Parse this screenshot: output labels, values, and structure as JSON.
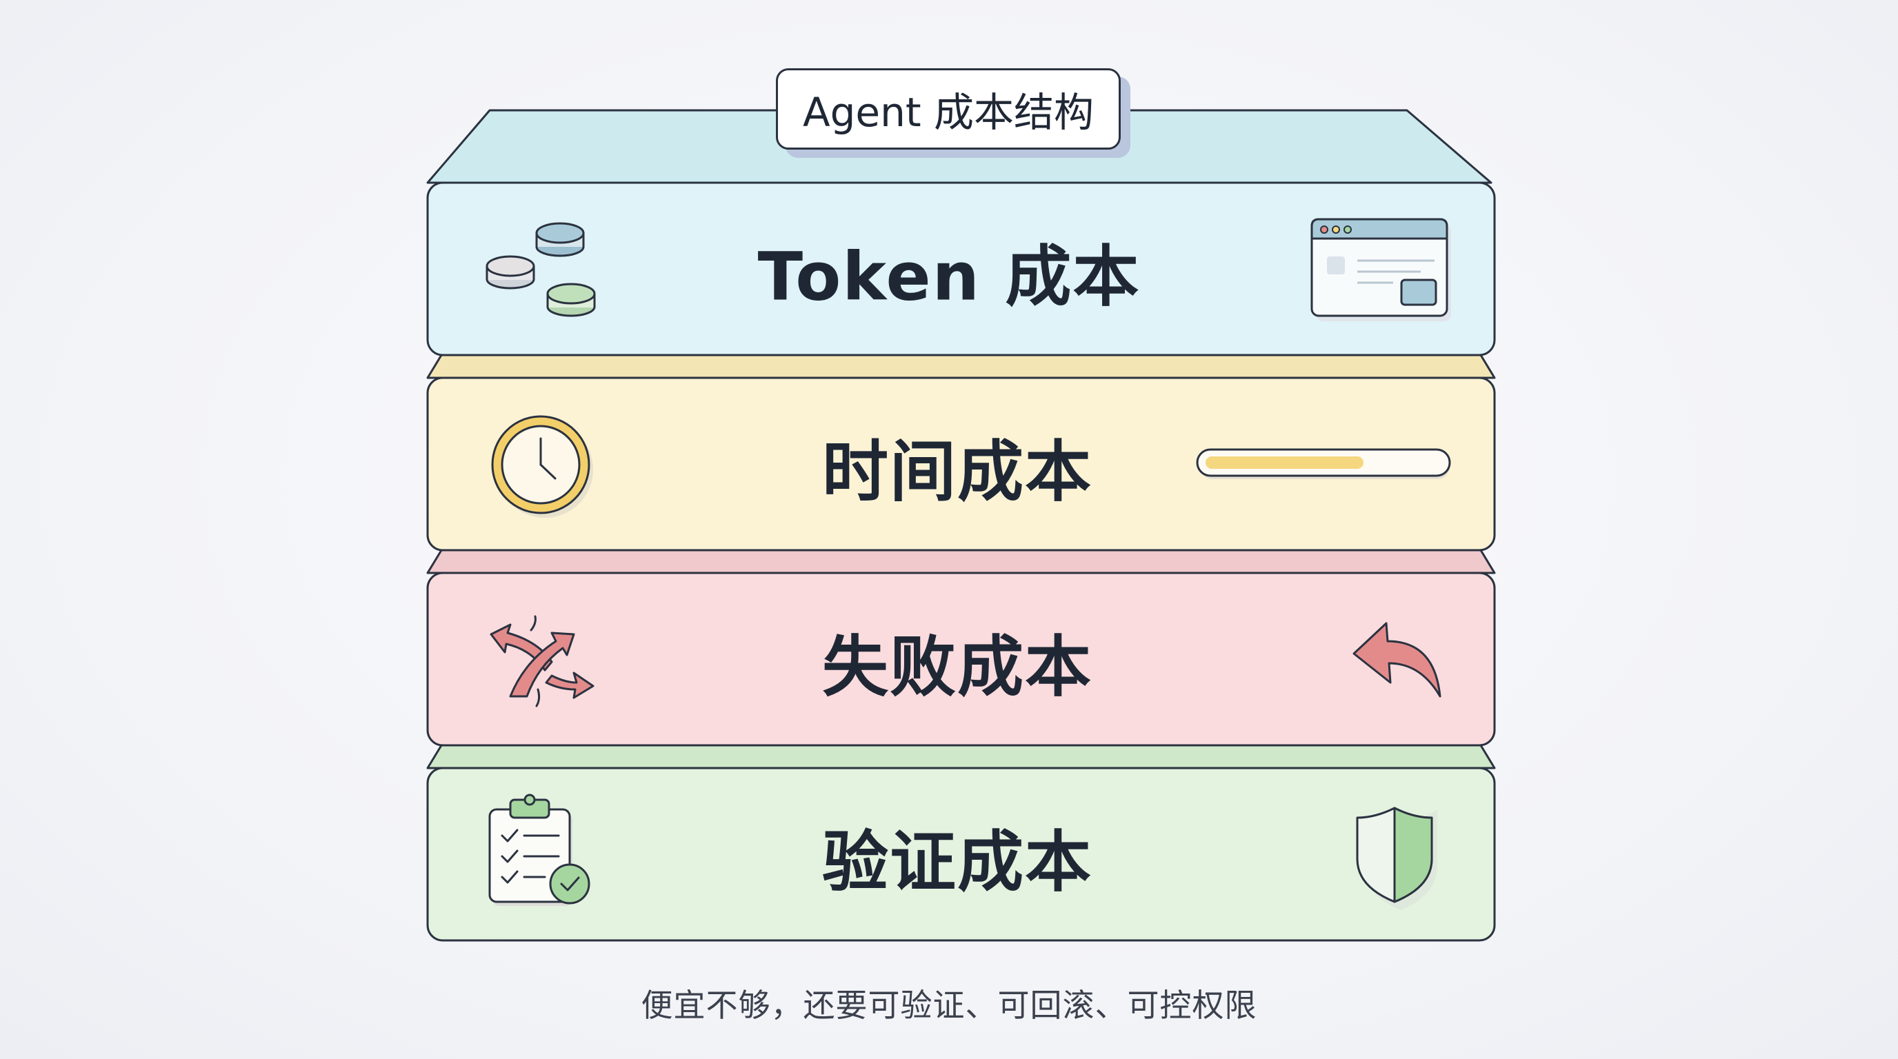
{
  "header": {
    "title": "Agent 成本结构"
  },
  "layers": [
    {
      "title": "Token 成本",
      "left_icon": "coins-icon",
      "right_icon": "browser-window-icon",
      "fill": "#dff3f8",
      "top_fill": "#cdebef"
    },
    {
      "title": "时间成本",
      "left_icon": "clock-icon",
      "right_icon": "progress-bar-icon",
      "fill": "#fbf3d4",
      "top_fill": "#f4e6b4",
      "progress": 0.67
    },
    {
      "title": "失败成本",
      "left_icon": "shuffle-arrows-icon",
      "right_icon": "undo-arrow-icon",
      "fill": "#fadcde",
      "top_fill": "#f0c9cd"
    },
    {
      "title": "验证成本",
      "left_icon": "checklist-icon",
      "right_icon": "shield-icon",
      "fill": "#e3f3df",
      "top_fill": "#cfe8c9"
    }
  ],
  "footer": {
    "caption": "便宜不够，还要可验证、可回滚、可控权限"
  },
  "colors": {
    "outline": "#2b3240",
    "accent_blue": "#b9c6de",
    "accent_yellow": "#f5d77f",
    "accent_red": "#e38b8b",
    "accent_green": "#a6d6a0"
  }
}
